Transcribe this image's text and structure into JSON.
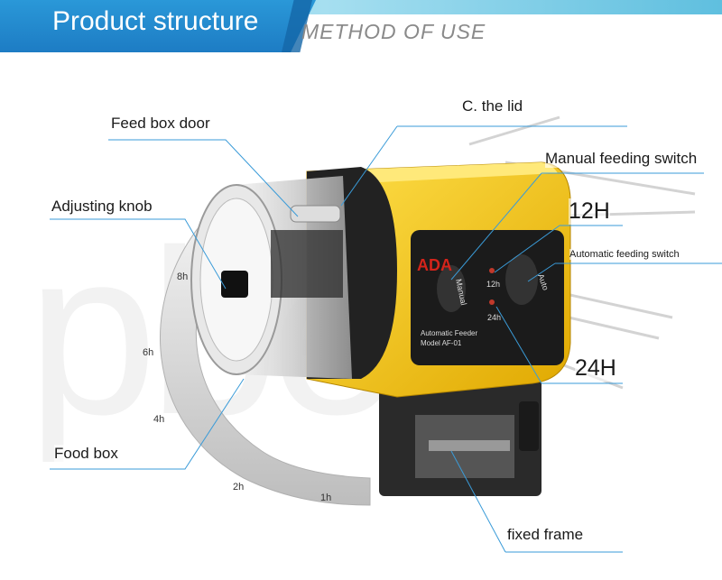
{
  "header": {
    "title": "Product structure",
    "subtitle": "METHOD OF USE"
  },
  "watermark": "pbec",
  "labels": {
    "feed_box_door": "Feed box door",
    "lid": "C. the lid",
    "manual_switch": "Manual feeding switch",
    "adjusting_knob": "Adjusting knob",
    "h12": "12H",
    "auto_switch": "Automatic feeding switch",
    "h24": "24H",
    "food_box": "Food box",
    "fixed_frame": "fixed frame"
  },
  "device": {
    "brand": "ADA",
    "manual_text": "Manual",
    "auto_text": "Auto",
    "h12_text": "12h",
    "h24_text": "24h",
    "model_line1": "Automatic Feeder",
    "model_line2": "Model AF-01",
    "dial_marks": [
      "1h",
      "2h",
      "4h",
      "6h",
      "8h"
    ]
  },
  "colors": {
    "banner": "#1d7cc4",
    "body_yellow": "#f5cc16",
    "callout_line": "#3a9bd8"
  }
}
